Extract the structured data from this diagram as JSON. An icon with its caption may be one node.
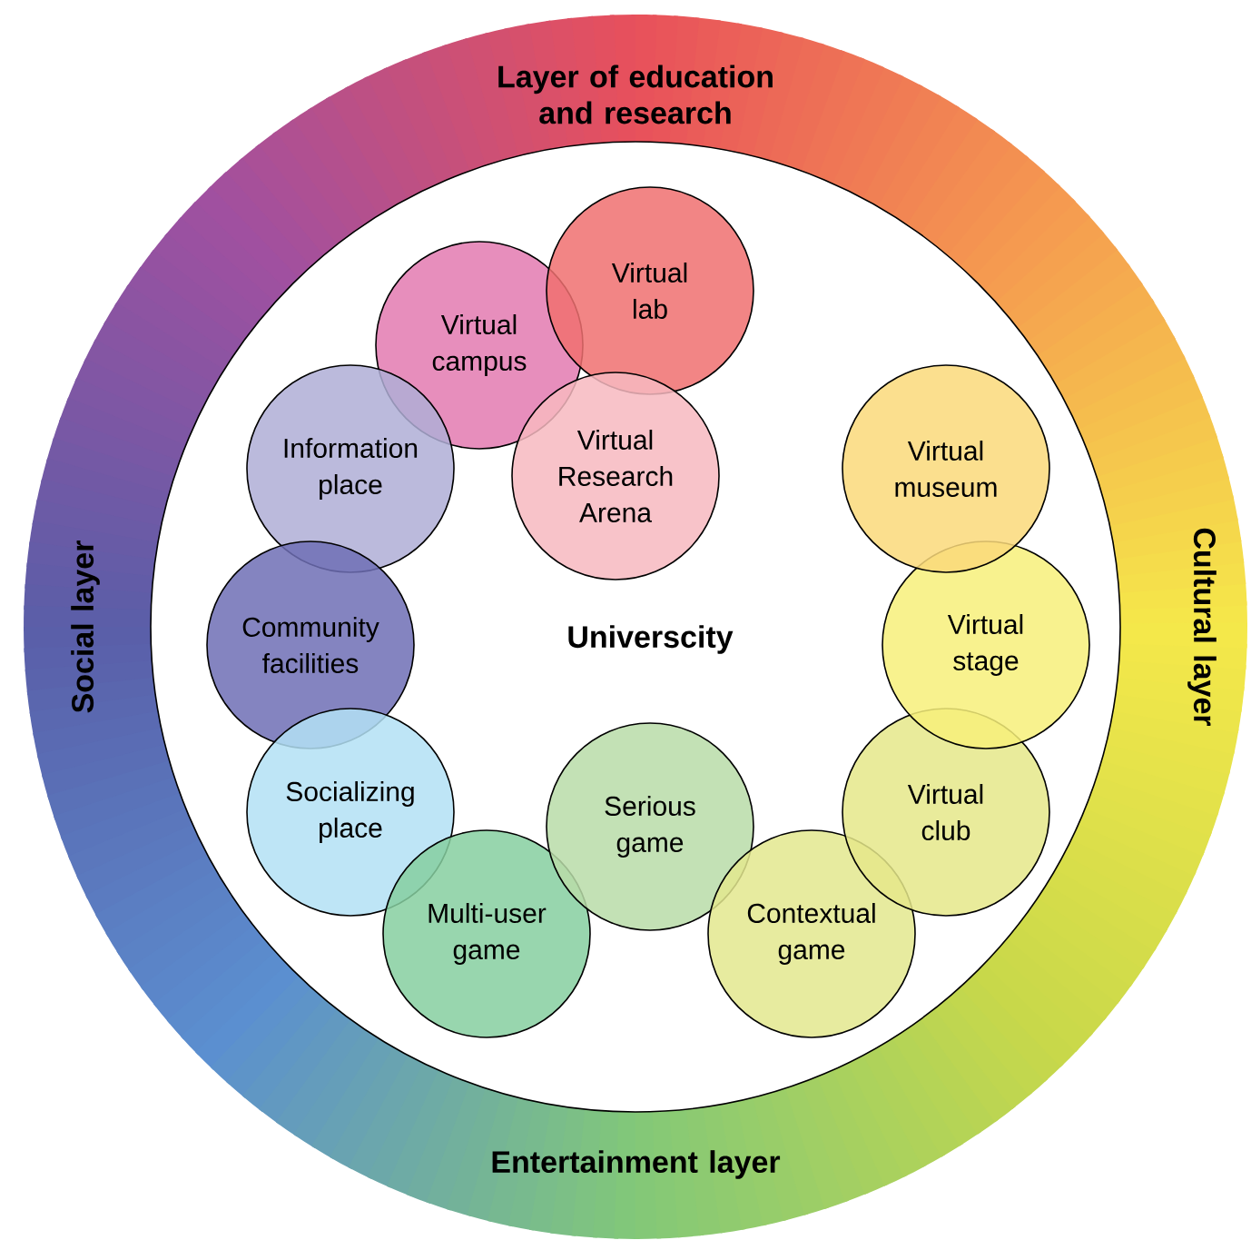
{
  "diagram": {
    "nodes": [
      {
        "text": [
          "Layer of education and research",
          "Cultural layer",
          "Entertainment layer",
          "Social layer"
        ]
      },
      {
        "text": [
          "Virtual campus"
        ],
        "in": 0
      },
      {
        "text": [
          "Virtual lab"
        ],
        "in": 0
      },
      {
        "text": [
          "Virtual Research Arena"
        ],
        "in": 0
      },
      {
        "text": [
          "Information place"
        ],
        "in": 0
      },
      {
        "text": [
          "Community facilities"
        ],
        "in": 0
      },
      {
        "text": [
          "Socializing place"
        ],
        "in": 0
      },
      {
        "text": [
          "Multi-user game"
        ],
        "in": 0
      },
      {
        "text": [
          "Serious game"
        ],
        "in": 0
      },
      {
        "text": [
          "Contextual game"
        ],
        "in": 0
      },
      {
        "text": [
          "Virtual club"
        ],
        "in": 0
      },
      {
        "text": [
          "Virtual stage"
        ],
        "in": 0
      },
      {
        "text": [
          "Virtual museum"
        ],
        "in": 0
      }
    ],
    "labels": [
      "Universcity"
    ]
  }
}
